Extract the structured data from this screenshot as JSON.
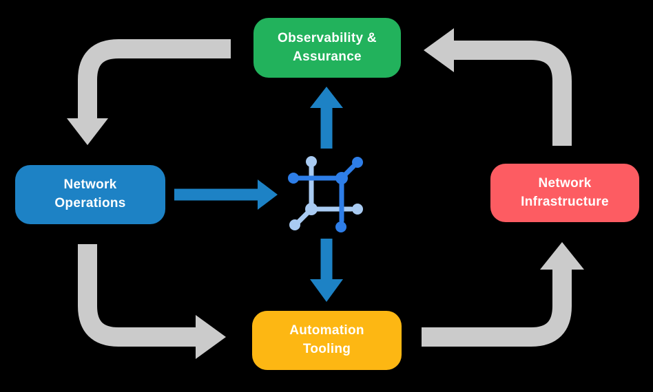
{
  "diagram": {
    "background_color": "#000000",
    "text_color": "#ffffff",
    "nodes": [
      {
        "id": "observability-assurance",
        "label_line1": "Observability &",
        "label_line2": "Assurance",
        "color": "#22b25c"
      },
      {
        "id": "network-operations",
        "label_line1": "Network",
        "label_line2": "Operations",
        "color": "#1d82c5"
      },
      {
        "id": "network-infrastructure",
        "label_line1": "Network",
        "label_line2": "Infrastructure",
        "color": "#fd5c62"
      },
      {
        "id": "automation-tooling",
        "label_line1": "Automation",
        "label_line2": "Tooling",
        "color": "#fdb713"
      }
    ],
    "center_icon": {
      "name": "network-fabric-icon",
      "primary_color": "#2e7ee8",
      "secondary_color": "#a9cbf2"
    },
    "cycle_arrows": {
      "color": "#cbcbcb",
      "items": [
        {
          "from": "observability-assurance",
          "to": "network-operations"
        },
        {
          "from": "network-operations",
          "to": "automation-tooling"
        },
        {
          "from": "automation-tooling",
          "to": "network-infrastructure"
        },
        {
          "from": "network-infrastructure",
          "to": "observability-assurance"
        }
      ]
    },
    "flow_arrows": {
      "color": "#1d82c5",
      "items": [
        {
          "from": "network-operations",
          "to": "center-icon"
        },
        {
          "from": "center-icon",
          "to": "observability-assurance"
        },
        {
          "from": "center-icon",
          "to": "automation-tooling"
        }
      ]
    }
  }
}
